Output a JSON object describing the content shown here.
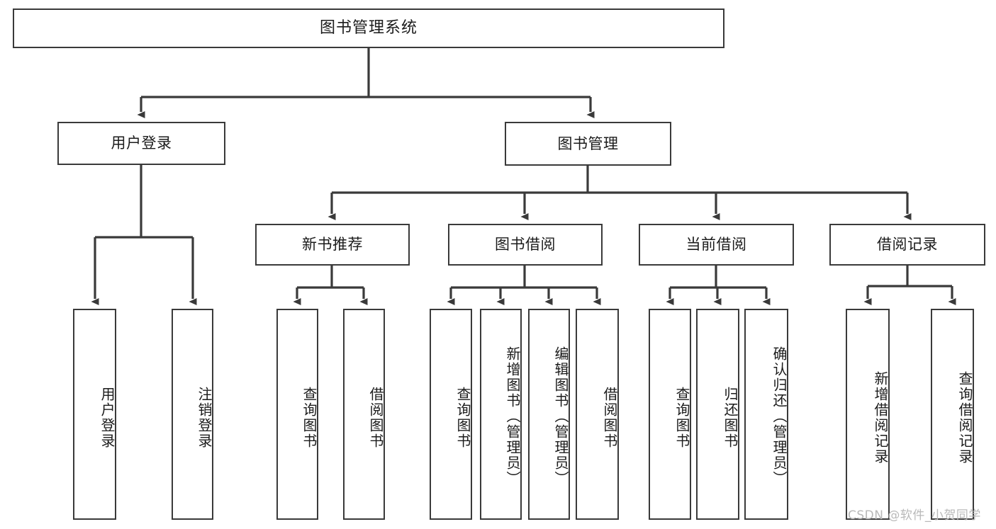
{
  "diagram": {
    "title": "图书管理系统",
    "type": "tree",
    "orientation": "top-down",
    "line_color": "#3a3a3a",
    "box_fill": "#ffffff",
    "text_color": "#1b1b1b"
  },
  "nodes": {
    "root": {
      "label": "图书管理系统",
      "level": 0
    },
    "user_login": {
      "label": "用户登录",
      "level": 1
    },
    "book_manage": {
      "label": "图书管理",
      "level": 1
    },
    "new_book_rec": {
      "label": "新书推荐",
      "level": 2
    },
    "book_borrow": {
      "label": "图书借阅",
      "level": 2
    },
    "current_borrow": {
      "label": "当前借阅",
      "level": 2
    },
    "borrow_record": {
      "label": "借阅记录",
      "level": 2
    },
    "leaf_user_login": {
      "label": "用户登录",
      "level": 2
    },
    "leaf_logout": {
      "label": "注销登录",
      "level": 2
    },
    "leaf_query_book_a": {
      "label": "查询图书",
      "level": 3
    },
    "leaf_borrow_book_a": {
      "label": "借阅图书",
      "level": 3
    },
    "leaf_query_book_b": {
      "label": "查询图书",
      "level": 3
    },
    "leaf_add_book": {
      "label": "新增图书（管理员）",
      "level": 3
    },
    "leaf_edit_book": {
      "label": "编辑图书（管理员）",
      "level": 3
    },
    "leaf_borrow_book_b": {
      "label": "借阅图书",
      "level": 3
    },
    "leaf_query_book_c": {
      "label": "查询图书",
      "level": 3
    },
    "leaf_return_book": {
      "label": "归还图书",
      "level": 3
    },
    "leaf_confirm_return": {
      "label": "确认归还（管理员）",
      "level": 3
    },
    "leaf_add_record": {
      "label": "新增借阅记录",
      "level": 3
    },
    "leaf_query_record": {
      "label": "查询借阅记录",
      "level": 3
    }
  },
  "edges": [
    {
      "from": "root",
      "to": "user_login"
    },
    {
      "from": "root",
      "to": "book_manage"
    },
    {
      "from": "user_login",
      "to": "leaf_user_login"
    },
    {
      "from": "user_login",
      "to": "leaf_logout"
    },
    {
      "from": "book_manage",
      "to": "new_book_rec"
    },
    {
      "from": "book_manage",
      "to": "book_borrow"
    },
    {
      "from": "book_manage",
      "to": "current_borrow"
    },
    {
      "from": "book_manage",
      "to": "borrow_record"
    },
    {
      "from": "new_book_rec",
      "to": "leaf_query_book_a"
    },
    {
      "from": "new_book_rec",
      "to": "leaf_borrow_book_a"
    },
    {
      "from": "book_borrow",
      "to": "leaf_query_book_b"
    },
    {
      "from": "book_borrow",
      "to": "leaf_add_book"
    },
    {
      "from": "book_borrow",
      "to": "leaf_edit_book"
    },
    {
      "from": "book_borrow",
      "to": "leaf_borrow_book_b"
    },
    {
      "from": "current_borrow",
      "to": "leaf_query_book_c"
    },
    {
      "from": "current_borrow",
      "to": "leaf_return_book"
    },
    {
      "from": "current_borrow",
      "to": "leaf_confirm_return"
    },
    {
      "from": "borrow_record",
      "to": "leaf_add_record"
    },
    {
      "from": "borrow_record",
      "to": "leaf_query_record"
    }
  ],
  "watermark": {
    "text": "CSDN @软件_小贺同学"
  }
}
